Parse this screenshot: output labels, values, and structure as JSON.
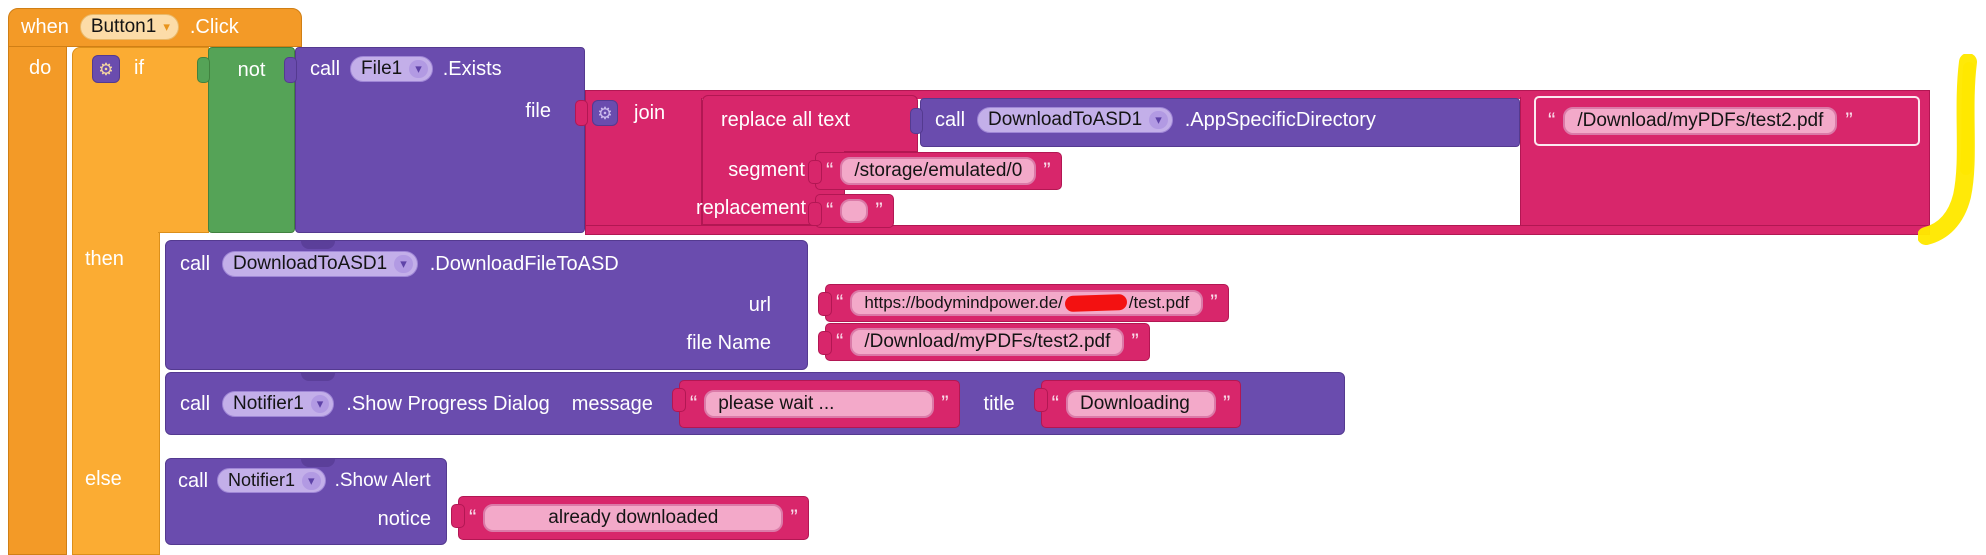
{
  "colors": {
    "event_block": "#F39A27",
    "control_block": "#FBAC33",
    "logic_block": "#55A357",
    "method_block": "#6A4CAE",
    "text_block": "#D8266B",
    "text_pill": "#F3A9C9",
    "component_pill": "#C3AFE9",
    "event_pill": "#FCDCA8",
    "marker_yellow": "#FFE800",
    "redaction_red": "#F31111"
  },
  "glyphs": {
    "dropdown_arrow": "▾",
    "gear": "⚙",
    "quote_open": "“",
    "quote_close": "”"
  },
  "when_block": {
    "when_label": "when",
    "component": "Button1",
    "event_method": ".Click",
    "do_label": "do"
  },
  "if_block": {
    "if_label": "if",
    "then_label": "then",
    "else_label": "else"
  },
  "not_block": {
    "label": "not"
  },
  "file_exists_call": {
    "call_label": "call",
    "component": "File1",
    "method": ".Exists",
    "file_param": "file"
  },
  "join_block": {
    "label": "join"
  },
  "replace_block": {
    "label": "replace all text",
    "segment_param": "segment",
    "replacement_param": "replacement"
  },
  "app_dir_call": {
    "call_label": "call",
    "component": "DownloadToASD1",
    "method": ".AppSpecificDirectory"
  },
  "join_second_text": {
    "value": "/Download/myPDFs/test2.pdf"
  },
  "segment_text": {
    "value": "/storage/emulated/0"
  },
  "replacement_text": {
    "value": ""
  },
  "download_call": {
    "call_label": "call",
    "component": "DownloadToASD1",
    "method": ".DownloadFileToASD",
    "url_param": "url",
    "filename_param": "file Name"
  },
  "url_text": {
    "prefix": "https://bodymindpower.de/",
    "suffix": "/test.pdf"
  },
  "filename_text": {
    "value": "/Download/myPDFs/test2.pdf"
  },
  "progress_call": {
    "call_label": "call",
    "component": "Notifier1",
    "method": ".Show Progress Dialog",
    "message_param": "message",
    "title_param": "title"
  },
  "message_text": {
    "value": "please wait ..."
  },
  "title_text": {
    "value": "Downloading"
  },
  "alert_call": {
    "call_label": "call",
    "component": "Notifier1",
    "method": ".Show Alert",
    "notice_param": "notice"
  },
  "notice_text": {
    "value": "already downloaded"
  }
}
